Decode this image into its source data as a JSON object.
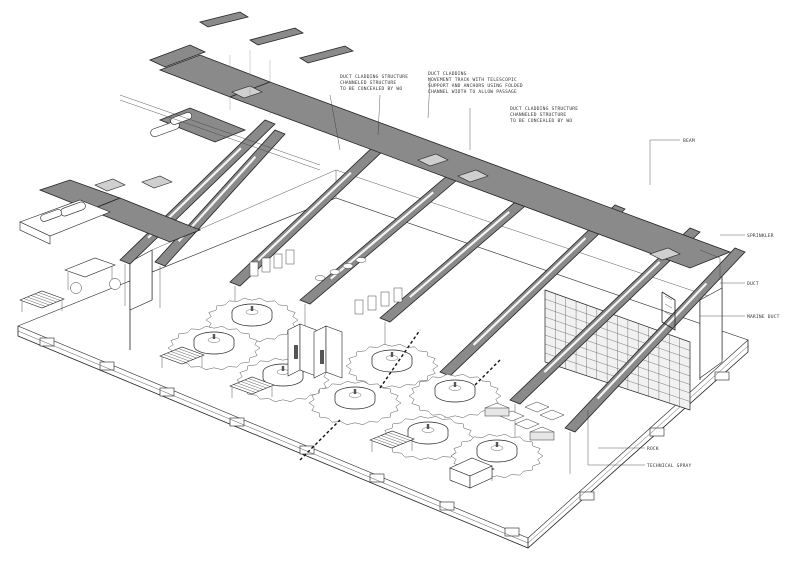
{
  "drawing": {
    "notes_left": [
      "DUCT CLADDING STRUCTURE",
      "CHANNELED STRUCTURE",
      "TO BE CONCEALED BY WO"
    ],
    "notes_center": [
      "DUCT CLADDING",
      "MOVEMENT TRACK WITH TELESCOPIC",
      "SUPPORT AND ANCHORS USING FOLDED",
      "CHANNEL WIDTH TO ALLOW PASSAGE"
    ],
    "notes_right": [
      "DUCT CLADDING STRUCTURE",
      "CHANNELED STRUCTURE",
      "TO BE CONCEALED BY WO"
    ],
    "callouts": {
      "beam": "BEAM",
      "sprinkler": "SPRINKLER",
      "duct": "DUCT",
      "marine_duct": "MARINE DUCT",
      "rock": "ROCK",
      "technical_spray": "TECHNICAL SPRAY"
    }
  }
}
